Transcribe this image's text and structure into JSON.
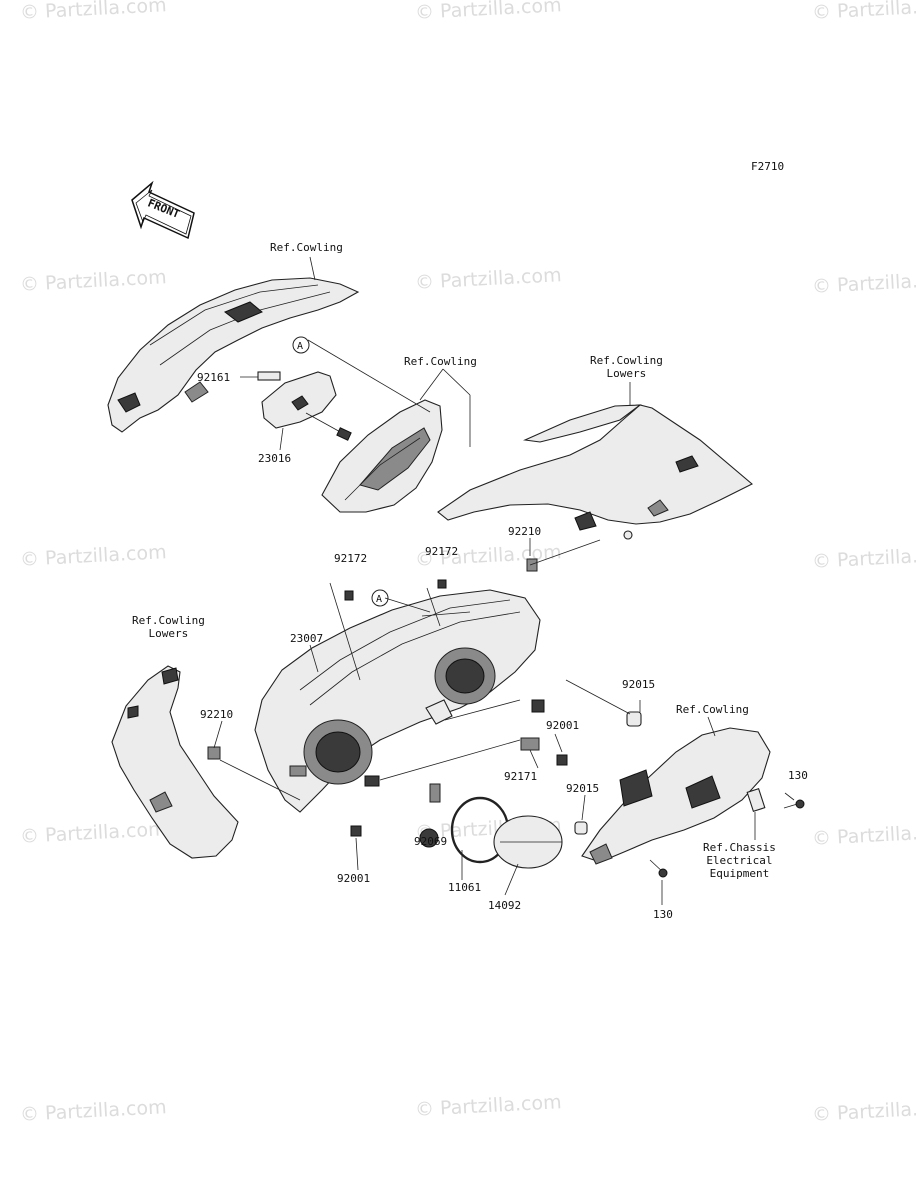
{
  "diagram_code": "F2710",
  "front_arrow_label": "FRONT",
  "watermark_text": "© Partzilla.com",
  "callout_letter": "A",
  "labels": {
    "ref_cowling_top": "Ref.Cowling",
    "ref_cowling_mid": "Ref.Cowling",
    "ref_cowling_lowers_top": "Ref.Cowling\nLowers",
    "ref_cowling_lowers_left": "Ref.Cowling\nLowers",
    "ref_cowling_right": "Ref.Cowling",
    "ref_chassis": "Ref.Chassis\nElectrical\nEquipment",
    "p92161": "92161",
    "p23016": "23016",
    "p92210_top": "92210",
    "p92172_left": "92172",
    "p92172_right": "92172",
    "p23007": "23007",
    "p92210_left": "92210",
    "p92015_top": "92015",
    "p92001_right": "92001",
    "p92171": "92171",
    "p92015_bottom": "92015",
    "p130_right": "130",
    "p92001_left": "92001",
    "p92069": "92069",
    "p11061": "11061",
    "p14092": "14092",
    "p130_bottom": "130"
  }
}
